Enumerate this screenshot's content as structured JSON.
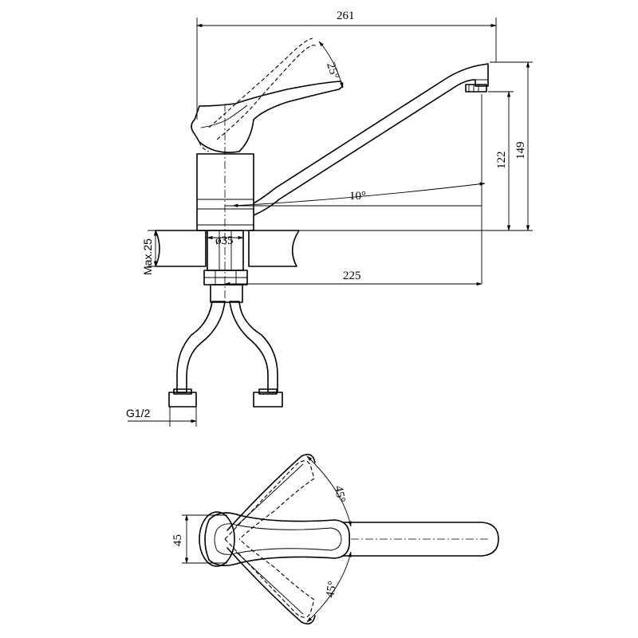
{
  "drawing": {
    "dimensions": {
      "overall_length": "261",
      "spout_reach": "225",
      "total_height": "149",
      "spout_height": "122",
      "swing_angle": "10°",
      "lever_angle_side": "25°",
      "lever_angle_top_upper": "45°",
      "lever_angle_top_lower": "45°",
      "base_width": "45",
      "hole_diameter": "ø35",
      "max_countertop": "Max.25",
      "connection": "G1/2"
    }
  }
}
